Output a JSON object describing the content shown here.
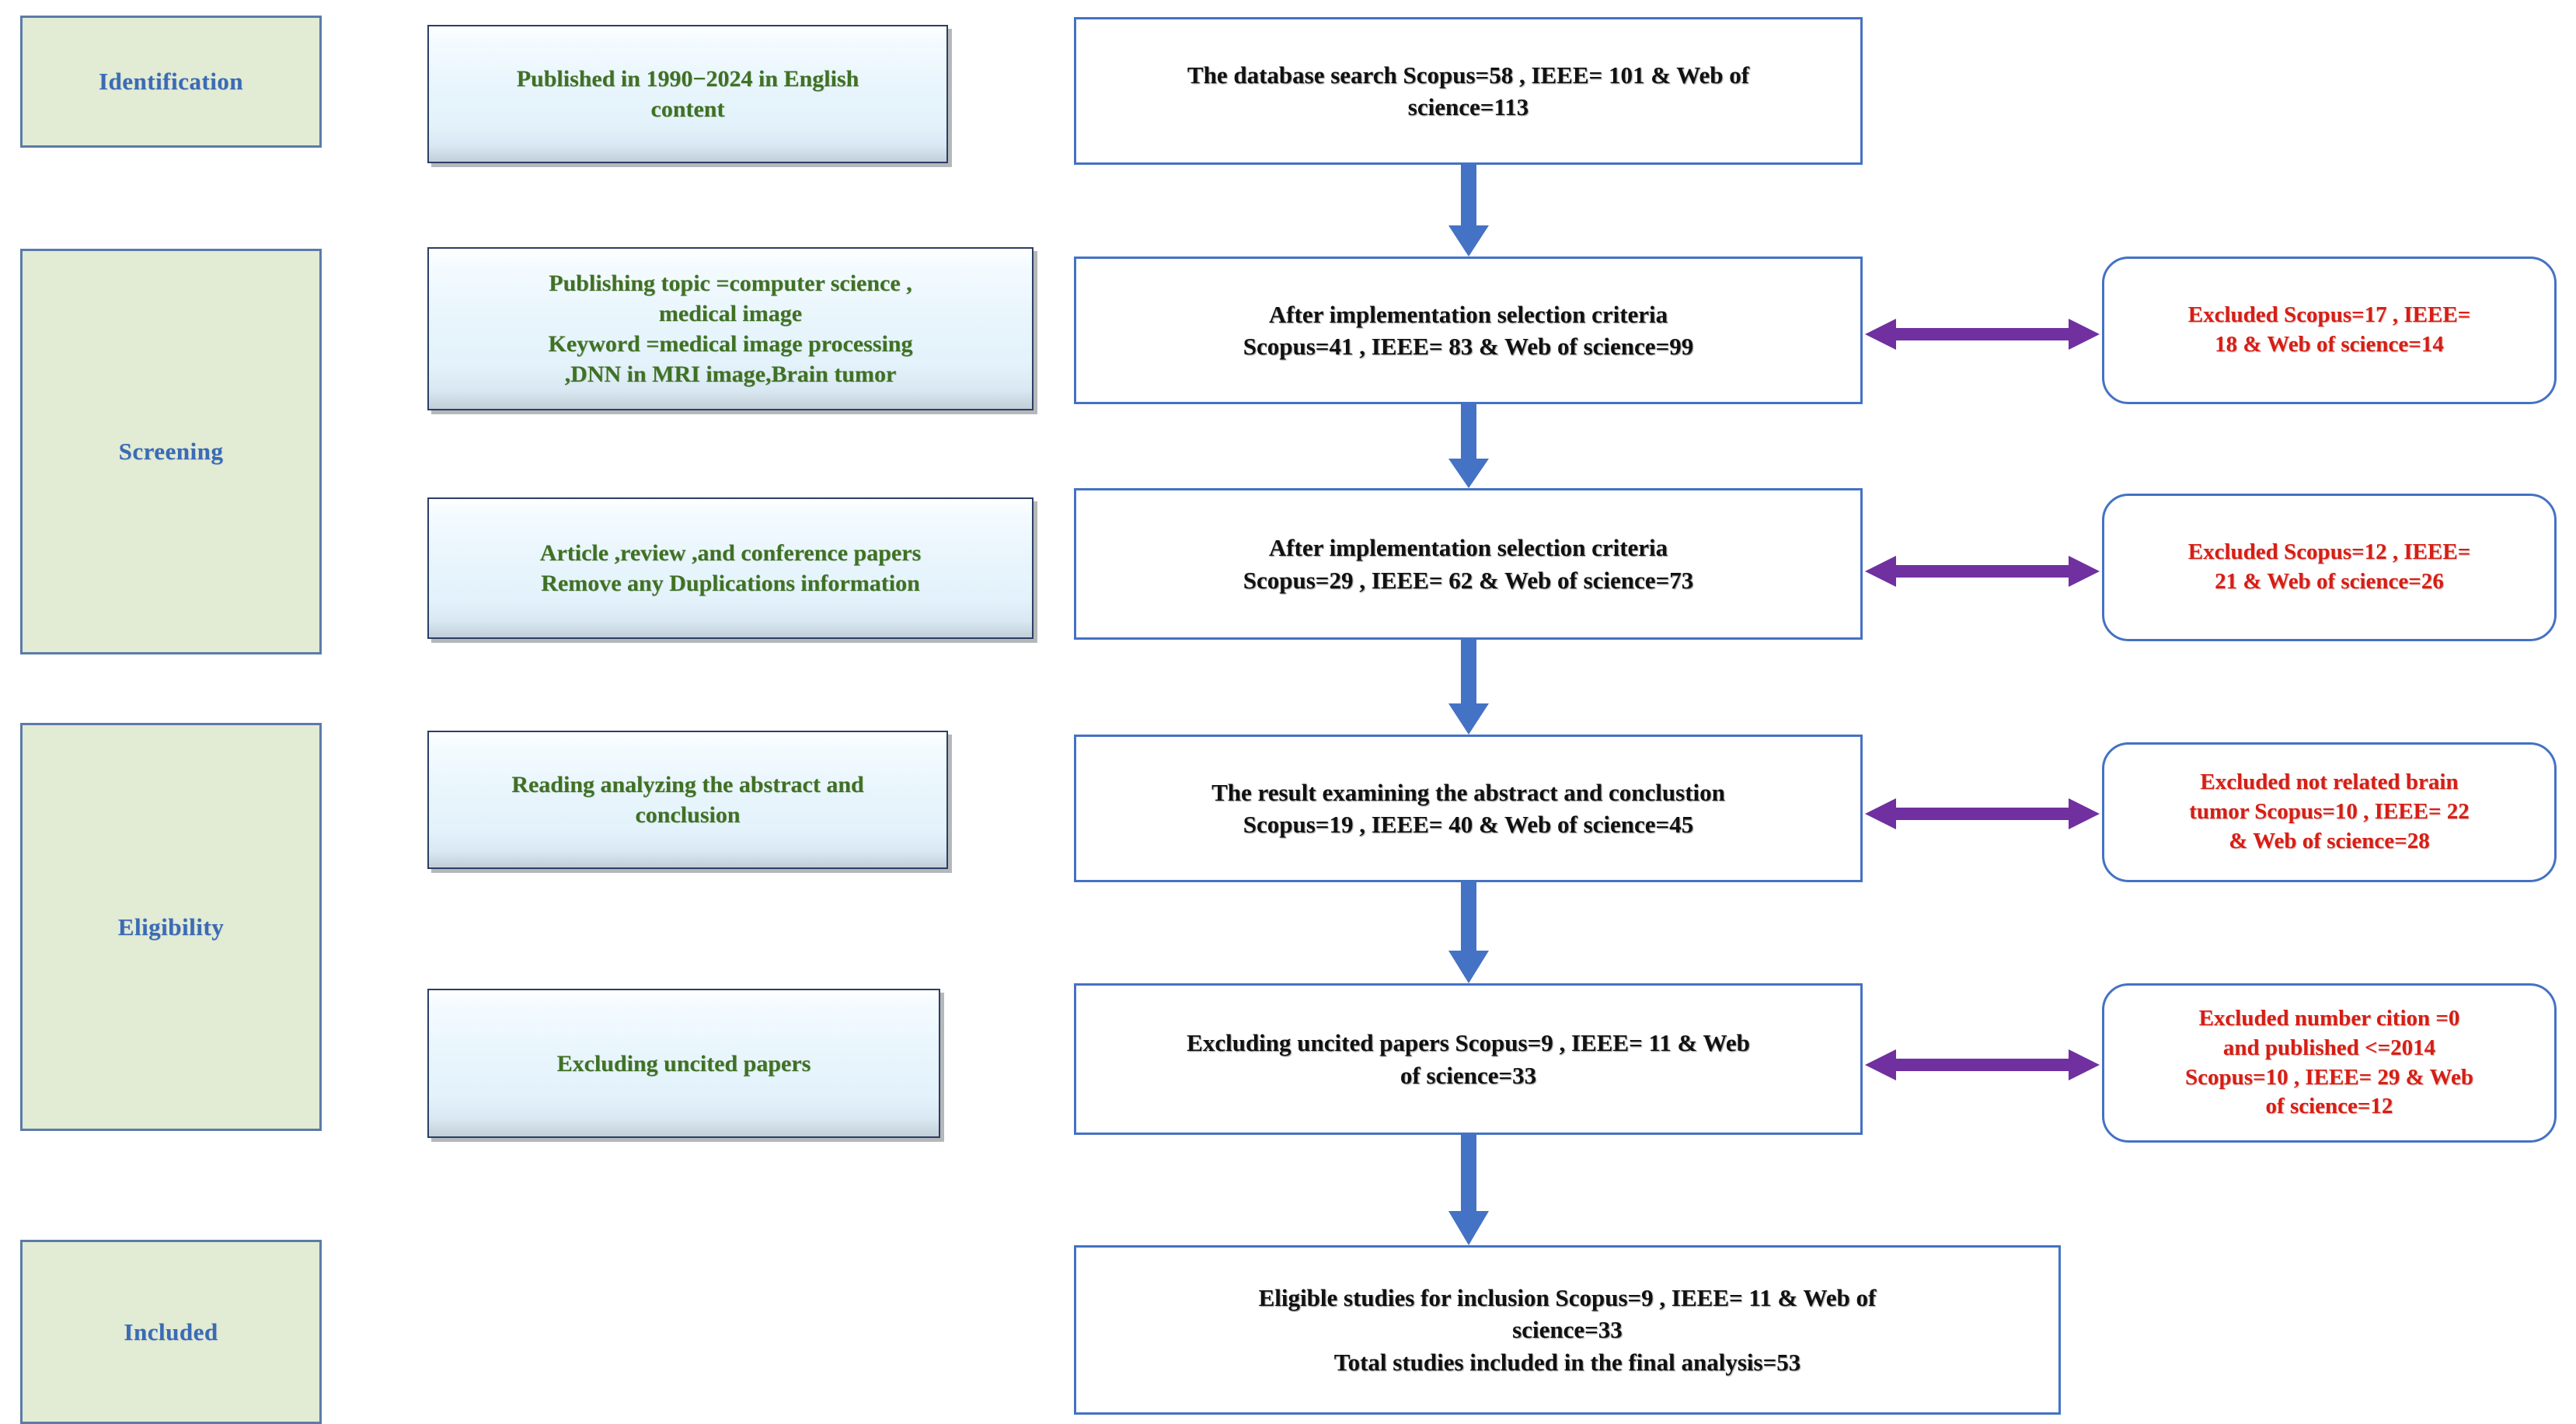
{
  "diagram": {
    "type": "prisma-flow-diagram",
    "stages": [
      {
        "id": "identification",
        "label": "Identification"
      },
      {
        "id": "screening",
        "label": "Screening"
      },
      {
        "id": "eligibility",
        "label": "Eligibility"
      },
      {
        "id": "included",
        "label": "Included"
      }
    ],
    "criteria_boxes": [
      {
        "id": "criteria-published",
        "lines": [
          "Published in 1990−2024 in English",
          "content"
        ]
      },
      {
        "id": "criteria-topic-keyword",
        "lines": [
          "Publishing topic =computer science ,",
          "medical image",
          "Keyword =medical image processing",
          ",DNN in MRI image,Brain tumor"
        ]
      },
      {
        "id": "criteria-article-types",
        "lines": [
          "Article ,review ,and conference papers",
          "Remove any Duplications information"
        ]
      },
      {
        "id": "criteria-reading-abstract",
        "lines": [
          "Reading analyzing the abstract and",
          "conclusion"
        ]
      },
      {
        "id": "criteria-excluding-uncited",
        "lines": [
          "Excluding uncited papers"
        ]
      }
    ],
    "flow_boxes": [
      {
        "id": "flow-database-search",
        "lines": [
          "The database search Scopus=58 , IEEE= 101 & Web of",
          "science=113"
        ]
      },
      {
        "id": "flow-after-selection-1",
        "lines": [
          "After implementation selection criteria",
          "Scopus=41 , IEEE= 83 & Web of science=99"
        ]
      },
      {
        "id": "flow-after-selection-2",
        "lines": [
          "After implementation selection criteria",
          "Scopus=29 , IEEE= 62 & Web of science=73"
        ]
      },
      {
        "id": "flow-abstract-conclusion",
        "lines": [
          "The result examining the abstract and conclustion",
          "Scopus=19 , IEEE= 40 & Web of science=45"
        ]
      },
      {
        "id": "flow-excluding-uncited",
        "lines": [
          "Excluding uncited papers Scopus=9 , IEEE= 11 & Web",
          "of science=33"
        ]
      },
      {
        "id": "flow-eligible-included",
        "lines": [
          "Eligible studies for inclusion Scopus=9 , IEEE= 11 & Web of",
          "science=33",
          "Total studies included in the final analysis=53"
        ]
      }
    ],
    "excluded_boxes": [
      {
        "id": "excluded-1",
        "lines": [
          "Excluded Scopus=17 , IEEE=",
          "18 & Web of science=14"
        ]
      },
      {
        "id": "excluded-2",
        "lines": [
          "Excluded Scopus=12 , IEEE=",
          "21 & Web of science=26"
        ]
      },
      {
        "id": "excluded-3",
        "lines": [
          "Excluded not related brain",
          "tumor  Scopus=10 , IEEE= 22",
          "& Web of science=28"
        ]
      },
      {
        "id": "excluded-4",
        "lines": [
          "Excluded number cition =0",
          "and published <=2014",
          "Scopus=10 , IEEE= 29 & Web",
          "of science=12"
        ]
      }
    ],
    "counts": {
      "identified": {
        "scopus": 58,
        "ieee": 101,
        "web_of_science": 113
      },
      "after_selection_1": {
        "scopus": 41,
        "ieee": 83,
        "web_of_science": 99
      },
      "excluded_1": {
        "scopus": 17,
        "ieee": 18,
        "web_of_science": 14
      },
      "after_selection_2": {
        "scopus": 29,
        "ieee": 62,
        "web_of_science": 73
      },
      "excluded_2": {
        "scopus": 12,
        "ieee": 21,
        "web_of_science": 26
      },
      "abstract_review": {
        "scopus": 19,
        "ieee": 40,
        "web_of_science": 45
      },
      "excluded_3": {
        "scopus": 10,
        "ieee": 22,
        "web_of_science": 28
      },
      "uncited_removed": {
        "scopus": 9,
        "ieee": 11,
        "web_of_science": 33
      },
      "excluded_4": {
        "scopus": 10,
        "ieee": 29,
        "web_of_science": 12
      },
      "total_included": 53
    },
    "colors": {
      "stage_fill": "#E2EBD4",
      "stage_border": "#5B7BA8",
      "stage_text": "#3A6BB5",
      "criteria_text": "#3F7124",
      "criteria_border": "#2B3E66",
      "flow_border": "#4472C4",
      "flow_text": "#111111",
      "excluded_text": "#D61E15",
      "vertical_arrow": "#4472C4",
      "horizontal_arrow": "#7030A0",
      "background": "#FFFFFF"
    },
    "arrows": {
      "vertical_count": 5,
      "vertical_direction": "down",
      "horizontal_count": 4,
      "horizontal_direction": "double"
    }
  }
}
